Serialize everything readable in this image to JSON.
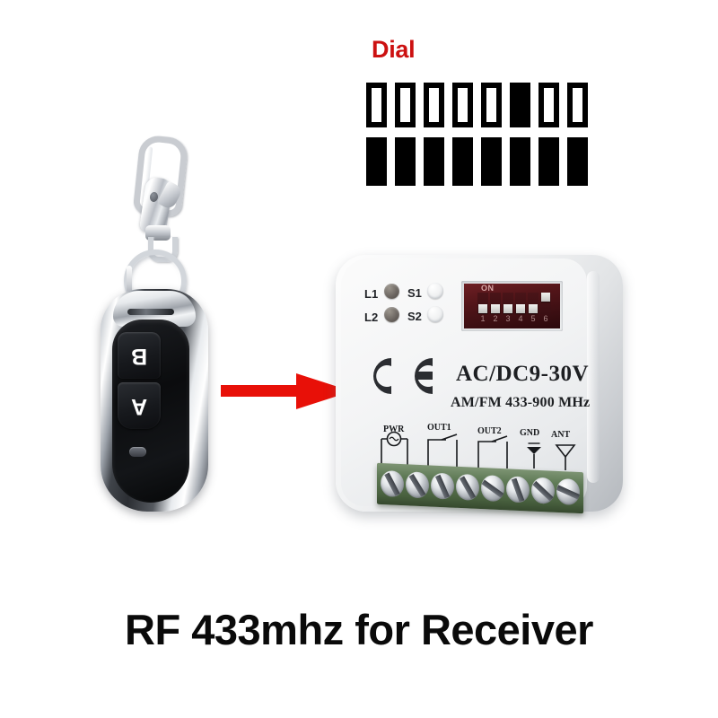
{
  "background_color": "#ffffff",
  "dial": {
    "title": "Dial",
    "title_color": "#cc1111",
    "columns": 8,
    "rows": [
      {
        "name": "top-row",
        "style": "outlined",
        "cells": [
          {
            "position": 1,
            "state": "off"
          },
          {
            "position": 2,
            "state": "off"
          },
          {
            "position": 3,
            "state": "off"
          },
          {
            "position": 4,
            "state": "off"
          },
          {
            "position": 5,
            "state": "off"
          },
          {
            "position": 6,
            "state": "on"
          },
          {
            "position": 7,
            "state": "off"
          },
          {
            "position": 8,
            "state": "off"
          }
        ]
      },
      {
        "name": "bottom-row",
        "style": "filled",
        "cells": [
          {
            "position": 1,
            "state": "on"
          },
          {
            "position": 2,
            "state": "on"
          },
          {
            "position": 3,
            "state": "on"
          },
          {
            "position": 4,
            "state": "on"
          },
          {
            "position": 5,
            "state": "on"
          },
          {
            "position": 6,
            "state": "on"
          },
          {
            "position": 7,
            "state": "on"
          },
          {
            "position": 8,
            "state": "on"
          }
        ]
      }
    ]
  },
  "remote": {
    "buttons": [
      {
        "label": "B",
        "name": "remote-button-b"
      },
      {
        "label": "A",
        "name": "remote-button-a"
      }
    ]
  },
  "arrow": {
    "direction": "right",
    "color": "#e81008"
  },
  "receiver": {
    "indicators": [
      {
        "label": "L1",
        "name": "indicator-l1"
      },
      {
        "label": "L2",
        "name": "indicator-l2"
      }
    ],
    "buttons": [
      {
        "label": "S1",
        "name": "receiver-button-s1"
      },
      {
        "label": "S2",
        "name": "receiver-button-s2"
      }
    ],
    "dip_switch": {
      "on_label": "ON",
      "numbers": [
        "1",
        "2",
        "3",
        "4",
        "5",
        "6"
      ],
      "switch_states": [
        "down",
        "down",
        "down",
        "down",
        "down",
        "up"
      ]
    },
    "ce_mark": "CE",
    "voltage": "AC/DC9-30V",
    "frequency": "AM/FM 433-900 MHz",
    "terminals": [
      {
        "label": "PWR",
        "symbol": "power-circle"
      },
      {
        "label": "OUT1",
        "symbol": "relay-contact"
      },
      {
        "label": "OUT2",
        "symbol": "relay-contact"
      },
      {
        "label": "GND",
        "symbol": "ground"
      },
      {
        "label": "ANT",
        "symbol": "antenna"
      }
    ],
    "screw_count": 8,
    "terminal_block_color": "#5f7a56"
  },
  "caption": {
    "text": "RF 433mhz for Receiver"
  }
}
